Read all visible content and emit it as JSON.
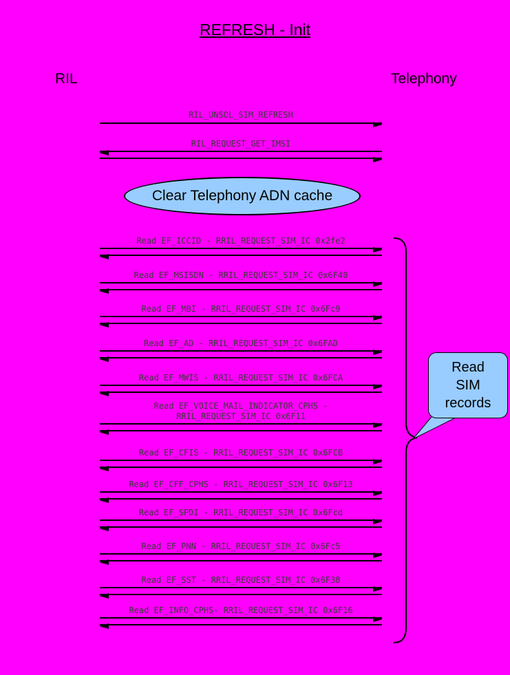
{
  "title": "REFRESH - Init",
  "participants": {
    "left": "RIL",
    "right": "Telephony"
  },
  "note": {
    "text": "Clear Telephony ADN cache"
  },
  "callout": {
    "text": "Read\nSIM\nrecords"
  },
  "colors": {
    "background": "#FF00FF",
    "note_fill": "#99CCFF",
    "callout_fill": "#99CCFF",
    "line": "#000000",
    "label_text": "#3A3A3A"
  },
  "messages": [
    {
      "label": "RIL_UNSOL_SIM_REFRESH",
      "arrows": [
        "right"
      ]
    },
    {
      "label": "RIL_REQUEST_GET_IMSI",
      "arrows": [
        "left",
        "right"
      ]
    },
    {
      "label": "Read EF_ICCID - RRIL_REQUEST_SIM_IC 0x2fe2",
      "arrows": [
        "right",
        "left"
      ]
    },
    {
      "label": "Read EF_MSISDN - RRIL_REQUEST_SIM_IC 0x6F40",
      "arrows": [
        "right",
        "left"
      ]
    },
    {
      "label": "Read EF_MBI - RRIL_REQUEST_SIM_IC 0x6Fc9",
      "arrows": [
        "right",
        "left"
      ]
    },
    {
      "label": "Read EF_AD - RRIL_REQUEST_SIM_IC 0x6FAD",
      "arrows": [
        "right",
        "left"
      ]
    },
    {
      "label": "Read EF_MWIS - RRIL_REQUEST_SIM_IC 0x6FCA",
      "arrows": [
        "right",
        "left"
      ]
    },
    {
      "label": "Read EF_VOICE_MAIL_INDICATOR_CPHS -\nRRIL_REQUEST_SIM_IC 0x6F11",
      "arrows": [
        "right",
        "left"
      ]
    },
    {
      "label": "Read EF_CFIS - RRIL_REQUEST_SIM_IC 0x6FCB",
      "arrows": [
        "right",
        "left"
      ]
    },
    {
      "label": "Read EF_CFF_CPHS - RRIL_REQUEST_SIM_IC 0x6F13",
      "arrows": [
        "right",
        "left"
      ]
    },
    {
      "label": "Read EF_SPDI - RRIL_REQUEST_SIM_IC 0x6Fcd",
      "arrows": [
        "right",
        "left"
      ]
    },
    {
      "label": "Read EF_PNN - RRIL_REQUEST_SIM_IC 0x6Fc5",
      "arrows": [
        "right",
        "left"
      ]
    },
    {
      "label": "Read EF_SST - RRIL_REQUEST_SIM_IC 0x6F38",
      "arrows": [
        "right",
        "left"
      ]
    },
    {
      "label": "Read EF_INFO_CPHS- RRIL_REQUEST_SIM_IC 0x6F16",
      "arrows": [
        "right",
        "left"
      ]
    }
  ]
}
